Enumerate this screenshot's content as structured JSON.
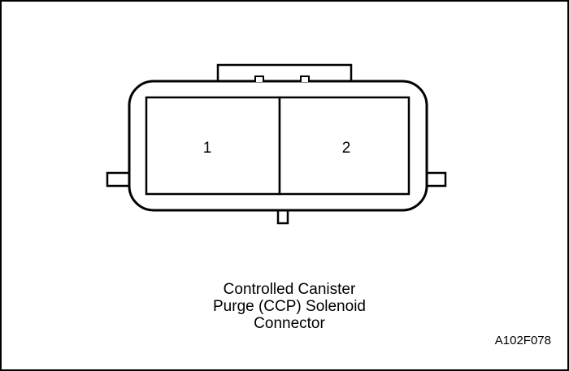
{
  "diagram": {
    "pins": [
      {
        "label": "1"
      },
      {
        "label": "2"
      }
    ],
    "caption_lines": [
      "Controlled Canister",
      "Purge (CCP) Solenoid",
      "Connector"
    ],
    "figure_code": "A102F078"
  }
}
